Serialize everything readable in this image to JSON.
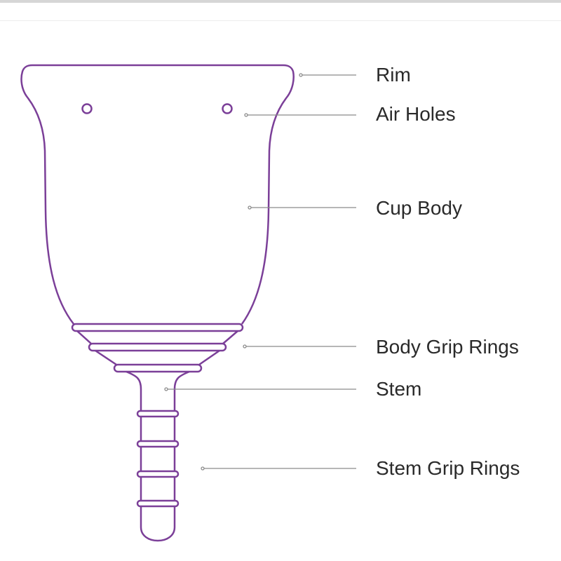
{
  "diagram": {
    "accent_color": "#7b3f98",
    "leader_color": "#8a8a8a",
    "labels": {
      "rim": "Rim",
      "air_holes": "Air Holes",
      "cup_body": "Cup Body",
      "body_grip_rings": "Body Grip Rings",
      "stem": "Stem",
      "stem_grip_rings": "Stem Grip Rings"
    }
  }
}
